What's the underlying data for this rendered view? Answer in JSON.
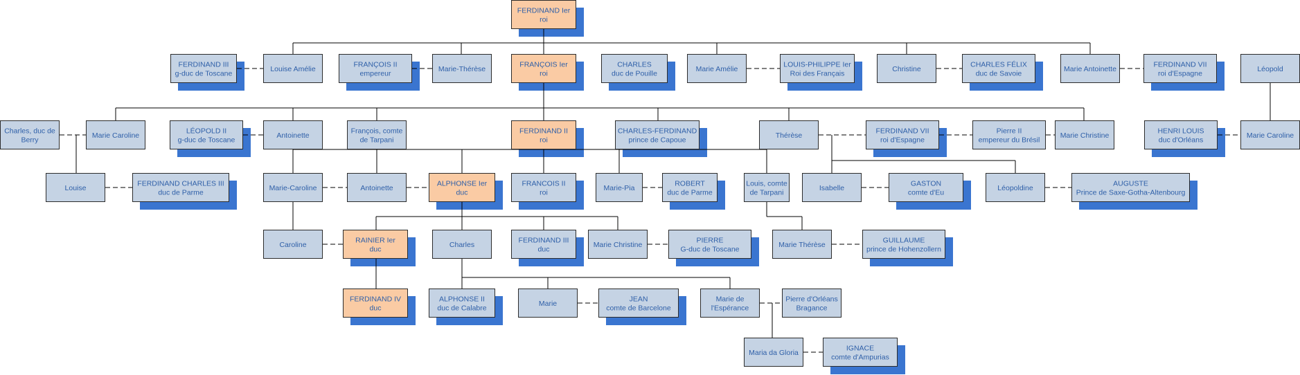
{
  "palette": {
    "box_fill": "#c5d3e4",
    "highlight_fill": "#facba4",
    "shadow": "#3a75d0",
    "line": "#000000",
    "text": "#2e5fa8"
  },
  "nodes": {
    "ferd1": {
      "lines": [
        "FERDINAND Ier",
        "roi"
      ],
      "highlight": true
    },
    "ferd3t": {
      "lines": [
        "FERDINAND III",
        "g-duc de Toscane"
      ]
    },
    "louiseam": {
      "lines": [
        "Louise Amélie"
      ]
    },
    "franc2e": {
      "lines": [
        "FRANÇOIS II",
        "empereur"
      ]
    },
    "mtherese1": {
      "lines": [
        "Marie-Thérèse"
      ]
    },
    "franc1": {
      "lines": [
        "FRANÇOIS Ier",
        "roi"
      ],
      "highlight": true
    },
    "charlesp": {
      "lines": [
        "CHARLES",
        "duc de Pouille"
      ]
    },
    "mamelie": {
      "lines": [
        "Marie Amélie"
      ]
    },
    "lphilippe": {
      "lines": [
        "LOUIS-PHILIPPE Ier",
        "Roi des Français"
      ]
    },
    "christine": {
      "lines": [
        "Christine"
      ]
    },
    "cfelix": {
      "lines": [
        "CHARLES FÉLIX",
        "duc de Savoie"
      ]
    },
    "mantoinette": {
      "lines": [
        "Marie Antoinette"
      ]
    },
    "ferd7a": {
      "lines": [
        "FERDINAND VII",
        "roi d'Espagne"
      ]
    },
    "leopold": {
      "lines": [
        "Léopold"
      ]
    },
    "cberry": {
      "lines": [
        "Charles, duc de",
        "Berry"
      ]
    },
    "mcaroline1": {
      "lines": [
        "Marie Caroline"
      ]
    },
    "leop2": {
      "lines": [
        "LÉOPOLD II",
        "g-duc de Toscane"
      ]
    },
    "antoinette1": {
      "lines": [
        "Antoinette"
      ]
    },
    "ftarpani": {
      "lines": [
        "François, comte",
        "de Tarpani"
      ]
    },
    "ferd2": {
      "lines": [
        "FERDINAND II",
        "roi"
      ],
      "highlight": true
    },
    "cferd": {
      "lines": [
        "CHARLES-FERDINAND",
        "prince de Capoue"
      ]
    },
    "therese": {
      "lines": [
        "Thérèse"
      ]
    },
    "ferd7b": {
      "lines": [
        "FERDINAND VII",
        "roi d'Espagne"
      ]
    },
    "pedro2": {
      "lines": [
        "Pierre II",
        "empereur du Brésil"
      ]
    },
    "mchristine1": {
      "lines": [
        "Marie Christine"
      ]
    },
    "hlouis": {
      "lines": [
        "HENRI LOUIS",
        "duc d'Orléans"
      ]
    },
    "mcaroline2": {
      "lines": [
        "Marie Caroline"
      ]
    },
    "louise": {
      "lines": [
        "Louise"
      ]
    },
    "fc3": {
      "lines": [
        "FERDINAND CHARLES III",
        "duc de Parme"
      ]
    },
    "mcaroline3": {
      "lines": [
        "Marie-Caroline"
      ]
    },
    "antoinette2": {
      "lines": [
        "Antoinette"
      ]
    },
    "alphonse1": {
      "lines": [
        "ALPHONSE Ier",
        "duc"
      ],
      "highlight": true
    },
    "franc2r": {
      "lines": [
        "FRANCOIS II",
        "roi"
      ]
    },
    "mpia": {
      "lines": [
        "Marie-Pia"
      ]
    },
    "robert": {
      "lines": [
        "ROBERT",
        "duc de Parme"
      ]
    },
    "ltarpani": {
      "lines": [
        "Louis, comte",
        "de Tarpani"
      ]
    },
    "isabelle": {
      "lines": [
        "Isabelle"
      ]
    },
    "gaston": {
      "lines": [
        "GASTON",
        "comte d'Eu"
      ]
    },
    "leopoldine": {
      "lines": [
        "Léopoldine"
      ]
    },
    "auguste": {
      "lines": [
        "AUGUSTE",
        "Prince de Saxe-Gotha-Altenbourg"
      ]
    },
    "caroline": {
      "lines": [
        "Caroline"
      ]
    },
    "rainier": {
      "lines": [
        "RAINIER Ier",
        "duc"
      ],
      "highlight": true
    },
    "charles2": {
      "lines": [
        "Charles"
      ]
    },
    "ferd3d": {
      "lines": [
        "FERDINAND III",
        "duc"
      ]
    },
    "mchristine2": {
      "lines": [
        "Marie Christine"
      ]
    },
    "pierre": {
      "lines": [
        "PIERRE",
        "G-duc de Toscane"
      ]
    },
    "mtherese2": {
      "lines": [
        "Marie Thérèse"
      ]
    },
    "guillaume": {
      "lines": [
        "GUILLAUME",
        "prince de Hohenzollern"
      ]
    },
    "ferd4": {
      "lines": [
        "FERDINAND IV",
        "duc"
      ],
      "highlight": true
    },
    "alphonse2": {
      "lines": [
        "ALPHONSE II",
        "duc de Calabre"
      ]
    },
    "marie": {
      "lines": [
        "Marie"
      ]
    },
    "jean": {
      "lines": [
        "JEAN",
        "comte de Barcelone"
      ]
    },
    "mesperance": {
      "lines": [
        "Marie de",
        "l'Espérance"
      ]
    },
    "porleans": {
      "lines": [
        "Pierre d'Orléans",
        "Bragance"
      ]
    },
    "mgloria": {
      "lines": [
        "Maria da Gloria"
      ]
    },
    "ignace": {
      "lines": [
        "IGNACE",
        "comte d'Ampurias"
      ]
    }
  }
}
